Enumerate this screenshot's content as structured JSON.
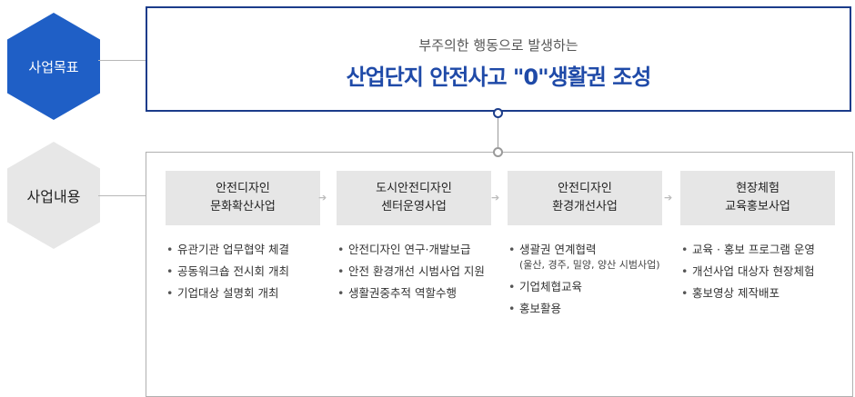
{
  "labels": {
    "goal": "사업목표",
    "content": "사업내용"
  },
  "goal": {
    "subtitle": "부주의한 행동으로 발생하는",
    "title": "산업단지 안전사고 \"0\"생활권 조성"
  },
  "columns": [
    {
      "title_line1": "안전디자인",
      "title_line2": "문화확산사업",
      "items": [
        "유관기관 업무협약 체결",
        "공동워크숍 전시회 개최",
        "기업대상 설명회 개최"
      ]
    },
    {
      "title_line1": "도시안전디자인",
      "title_line2": "센터운영사업",
      "items": [
        "안전디자인 연구·개발보급",
        "안전 환경개선 시범사업 지원",
        "생활권중추적 역할수행"
      ]
    },
    {
      "title_line1": "안전디자인",
      "title_line2": "환경개선사업",
      "items": [
        "생괄권 연계협력",
        "기업체협교육",
        "홍보활용"
      ],
      "item0_note": "(울산, 경주, 밀양, 양산 시범사업)"
    },
    {
      "title_line1": "현장체험",
      "title_line2": "교육홍보사업",
      "items": [
        "교육 · 홍보 프로그램 운영",
        "개선사업 대상자 현장체험",
        "홍보영상 제작배포"
      ]
    }
  ],
  "arrow_glyph": "➔",
  "colors": {
    "goal_hex": "#1f5fc6",
    "goal_border": "#1b3c8a",
    "goal_title": "#1f4aa8",
    "content_hex": "#e7e7e7",
    "header_bg": "#e6e6e6"
  }
}
